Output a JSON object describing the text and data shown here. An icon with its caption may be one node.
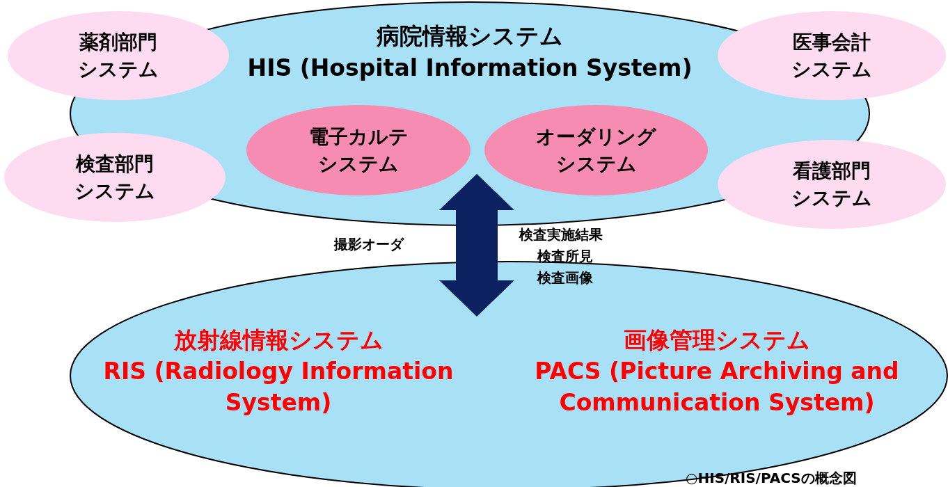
{
  "diagram": {
    "caption": "○HIS/RIS/PACSの概念図",
    "nodes": [
      {
        "text": [
          "病院情報システム",
          "HIS (Hospital Information System)"
        ]
      },
      {
        "text": [
          "薬剤部門システム"
        ]
      },
      {
        "text": [
          "医事会計システム"
        ]
      },
      {
        "text": [
          "電子カルテシステム"
        ],
        "in": 0
      },
      {
        "text": [
          "オーダリングシステム"
        ],
        "in": 0
      },
      {
        "text": [
          "検査部門システム"
        ]
      },
      {
        "text": [
          "看護部門システム"
        ]
      },
      {
        "text": [
          "放射線情報システム",
          "RIS (Radiology Information System)",
          "画像管理システム",
          "PACS (Picture Archiving and Communication System)"
        ]
      }
    ],
    "edges": [
      {
        "from": 0,
        "to": 7,
        "arrow": "both"
      }
    ],
    "labels": [
      "撮影オーダ",
      "検査実施結果",
      "検査所見",
      "検査画像"
    ]
  }
}
